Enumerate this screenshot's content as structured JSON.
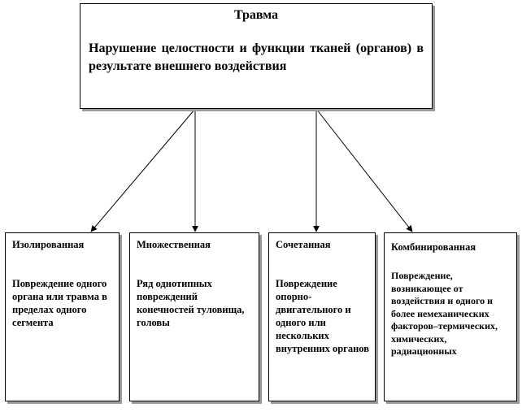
{
  "root": {
    "title": "Травма",
    "description": "Нарушение целостности и функции тканей (органов) в результате внешнего воздействия"
  },
  "categories": [
    {
      "title": "Изолированная",
      "description": "Повреждение одного органа или травма в пределах одного сегмента"
    },
    {
      "title": "Множественная",
      "description": "Ряд однотипных повреждений конечностей туловища, головы"
    },
    {
      "title": "Сочетанная",
      "description": "Повреждение опорно-двигательного и одного или нескольких внутренних органов"
    },
    {
      "title": "Комбинированная",
      "description": "Повреждение, возникающее от воздействия и одного и более немеханических факторов–термических, химических, радиационных"
    }
  ]
}
